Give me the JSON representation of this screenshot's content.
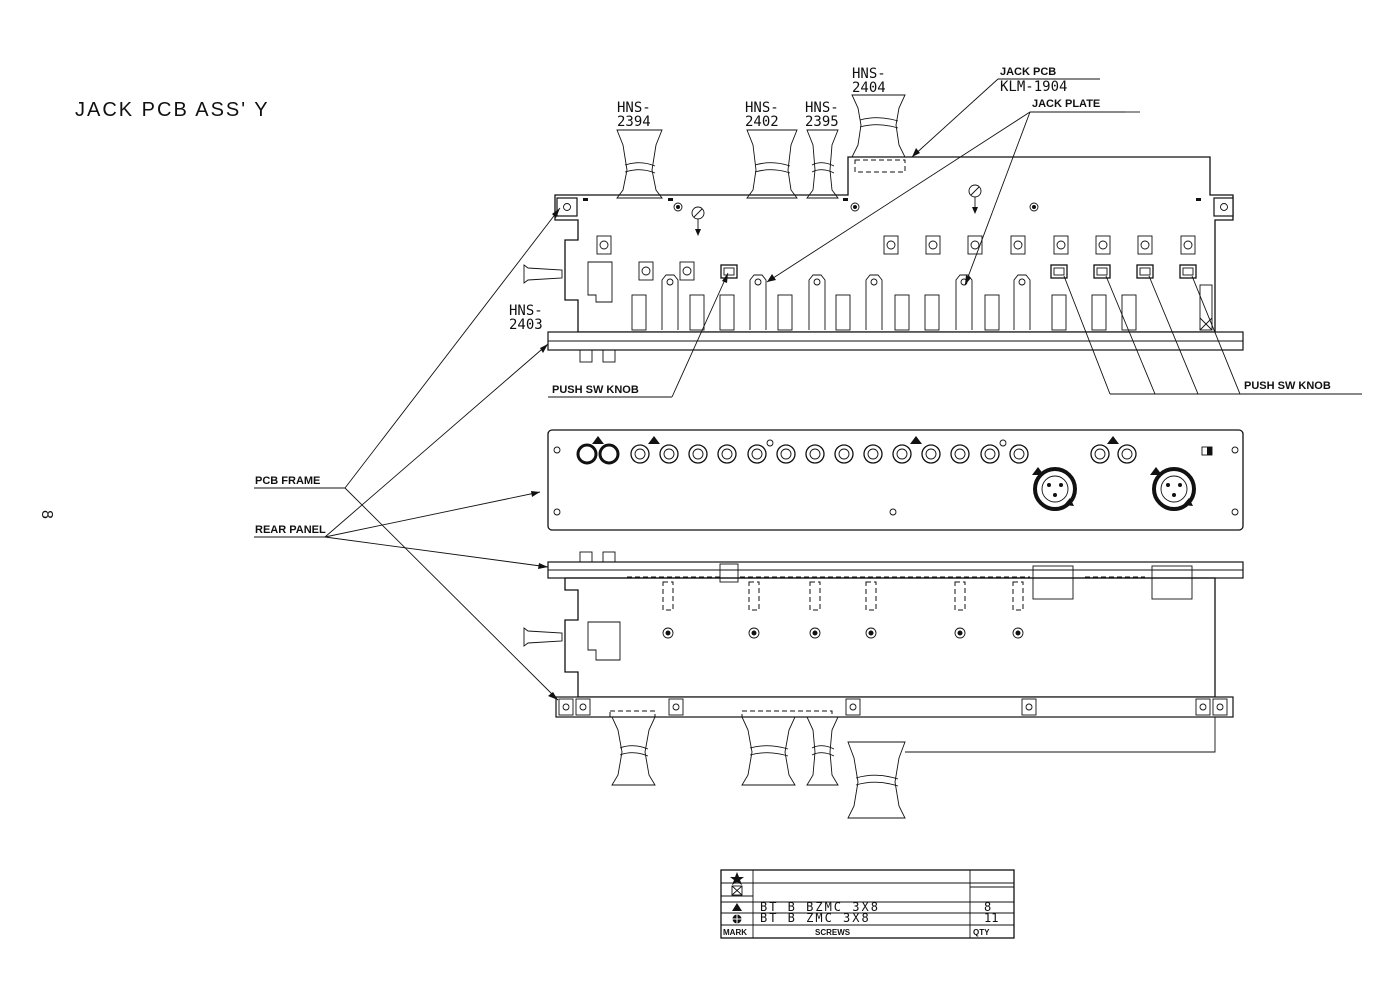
{
  "title": "JACK PCB ASS' Y",
  "page_number": "8",
  "labels": {
    "hns_2394": "HNS-\n2394",
    "hns_2402": "HNS-\n2402",
    "hns_2395": "HNS-\n2395",
    "hns_2404": "HNS-\n2404",
    "hns_2403": "HNS-\n2403",
    "jack_pcb": "JACK PCB",
    "klm": "KLM-1904",
    "jack_plate": "JACK PLATE",
    "push_sw_knob_left": "PUSH SW KNOB",
    "push_sw_knob_right": "PUSH SW KNOB",
    "pcb_frame": "PCB FRAME",
    "rear_panel": "REAR PANEL"
  },
  "screws_table": {
    "headers": {
      "mark": "MARK",
      "screws": "SCREWS",
      "qty": "QTY"
    },
    "rows": [
      {
        "mark_icon": "star-icon",
        "screw": "",
        "qty": ""
      },
      {
        "mark_icon": "boxed-x-icon",
        "screw": "",
        "qty": ""
      },
      {
        "mark_icon": "triangle-icon",
        "screw": "BT B BZMC 3X8",
        "qty": "8"
      },
      {
        "mark_icon": "crosshair-circle-icon",
        "screw": "BT B ZMC 3X8",
        "qty": "11"
      }
    ]
  }
}
